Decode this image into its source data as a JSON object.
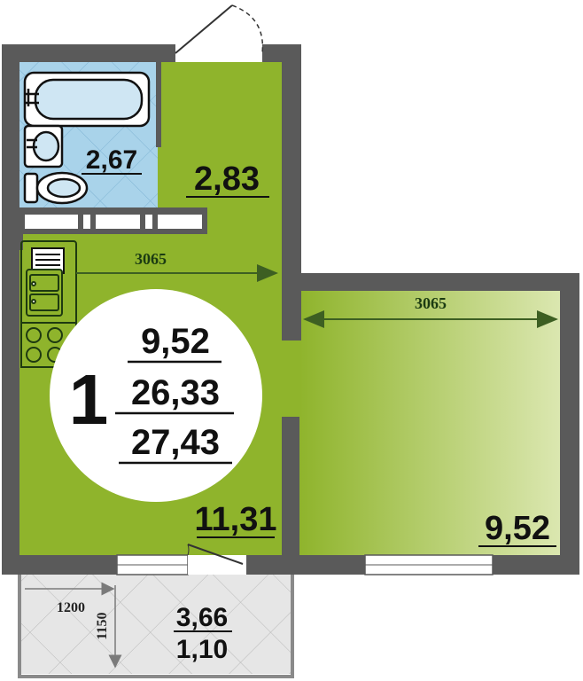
{
  "plan": {
    "rooms_count": "1",
    "summary": {
      "living_area": "9,52",
      "total_area": "26,33",
      "total_area_with_balcony": "27,43"
    },
    "rooms": {
      "bathroom": {
        "area": "2,67"
      },
      "hallway": {
        "area": "2,83"
      },
      "kitchen": {
        "area": "11,31"
      },
      "living_room": {
        "area": "9,52"
      },
      "balcony": {
        "area": "3,66",
        "area_reduced": "1,10"
      }
    },
    "dimensions": {
      "kitchen_width": "3065",
      "room_width": "3065",
      "balcony_width": "1200",
      "balcony_depth": "1150"
    },
    "colors": {
      "wall": "#5a5a5a",
      "kitchen_green": "#8fb42c",
      "room_green_light": "#dbe7b0",
      "bathroom_blue": "#a9d3ea",
      "balcony_gray": "#e6e6e6",
      "dimension_line": "#3d5f22"
    }
  }
}
